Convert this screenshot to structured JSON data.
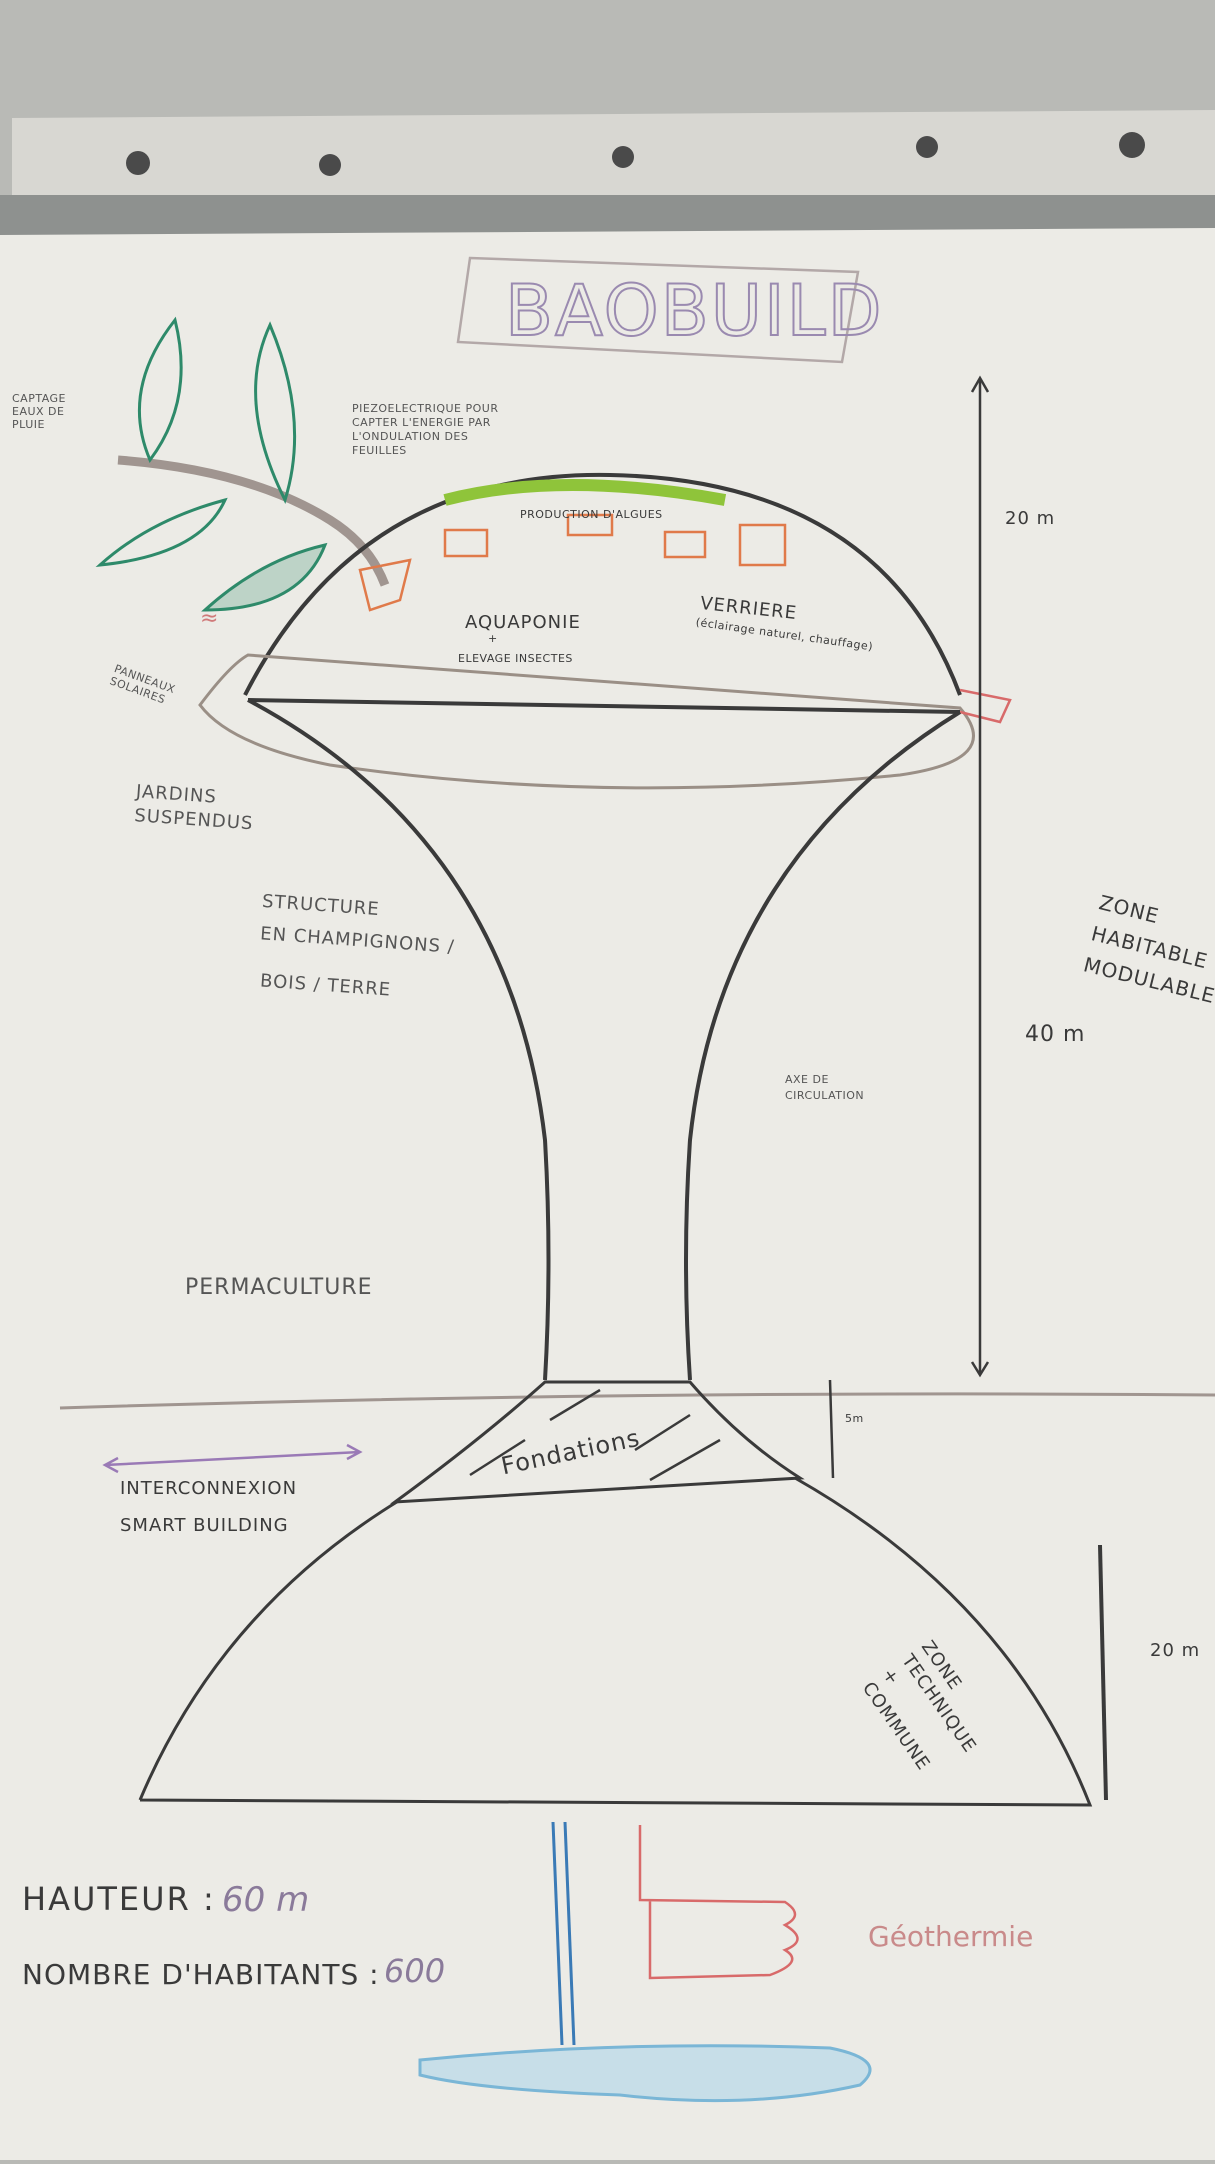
{
  "title": "BAOBUILD",
  "labels": {
    "captage": "CAPTAGE EAUX DE PLUIE",
    "piezo": "PIEZOELECTRIQUE POUR CAPTER L'ENERGIE PAR L'ONDULATION DES FEUILLES",
    "algae": "PRODUCTION D'ALGUES",
    "aquaponie": "AQUAPONIE",
    "plus": "+",
    "elevage": "ELEVAGE INSECTES",
    "verriere": "VERRIERE",
    "verriere_note": "(éclairage naturel, chauffage)",
    "panneaux": "PANNEAUX SOLAIRES",
    "jardins": "JARDINS SUSPENDUS",
    "structure_1": "STRUCTURE",
    "structure_2": "EN CHAMPIGNONS /",
    "structure_3": "BOIS / TERRE",
    "zone_habitable": "ZONE HABITABLE MODULABLE",
    "dim_top": "20 m",
    "dim_mid": "40 m",
    "axe": "AXE DE CIRCULATION",
    "permaculture": "PERMACULTURE",
    "dim_found": "5m",
    "fondations": "Fondations",
    "interconnexion_1": "INTERCONNEXION",
    "interconnexion_2": "SMART BUILDING",
    "zone_technique": "ZONE TECHNIQUE + COMMUNE",
    "dim_bottom": "20 m",
    "geothermie": "Géothermie"
  },
  "stats": {
    "hauteur_label": "HAUTEUR :",
    "hauteur_value": "60 m",
    "habitants_label": "NOMBRE D'HABITANTS :",
    "habitants_value": "600"
  },
  "colors": {
    "paper": "#ecebe6",
    "ink": "#3a3a3a",
    "violet": "#8a7a9a",
    "green": "#2e8a6a",
    "orange": "#e07a4a",
    "algae_green": "#8fc43a",
    "water_blue": "#7ab6d6",
    "red": "#d86a6a"
  }
}
